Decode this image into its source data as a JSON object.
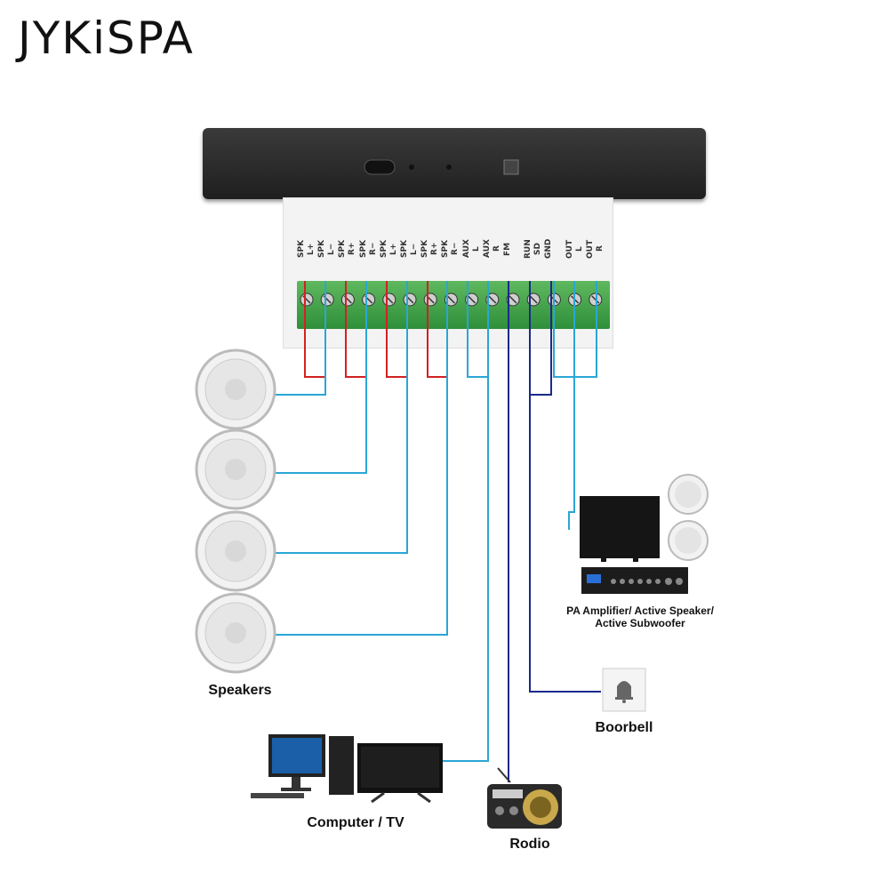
{
  "brand": "JYKiSPA",
  "terminals": [
    {
      "line1": "SPK",
      "line2": "L+"
    },
    {
      "line1": "SPK",
      "line2": "L−"
    },
    {
      "line1": "SPK",
      "line2": "R+"
    },
    {
      "line1": "SPK",
      "line2": "R−"
    },
    {
      "line1": "SPK",
      "line2": "L+"
    },
    {
      "line1": "SPK",
      "line2": "L−"
    },
    {
      "line1": "SPK",
      "line2": "R+"
    },
    {
      "line1": "SPK",
      "line2": "R−"
    },
    {
      "line1": "AUX",
      "line2": "L"
    },
    {
      "line1": "AUX",
      "line2": "R"
    },
    {
      "line1": "",
      "line2": "FM"
    },
    {
      "line1": "RUN",
      "line2": "SD"
    },
    {
      "line1": "",
      "line2": "GND"
    },
    {
      "line1": "OUT",
      "line2": "L"
    },
    {
      "line1": "OUT",
      "line2": "R"
    }
  ],
  "labels": {
    "speakers": "Speakers",
    "pa_line1": "PA Amplifier/ Active Speaker/",
    "pa_line2": "Active Subwoofer",
    "doorbell": "Boorbell",
    "computer": "Computer / TV",
    "radio": "Rodio"
  },
  "colors": {
    "red_wire": "#d42020",
    "cyan_wire": "#2aa6d6",
    "navy_wire": "#1a2a8a",
    "terminal_green": "#3fa34a"
  }
}
